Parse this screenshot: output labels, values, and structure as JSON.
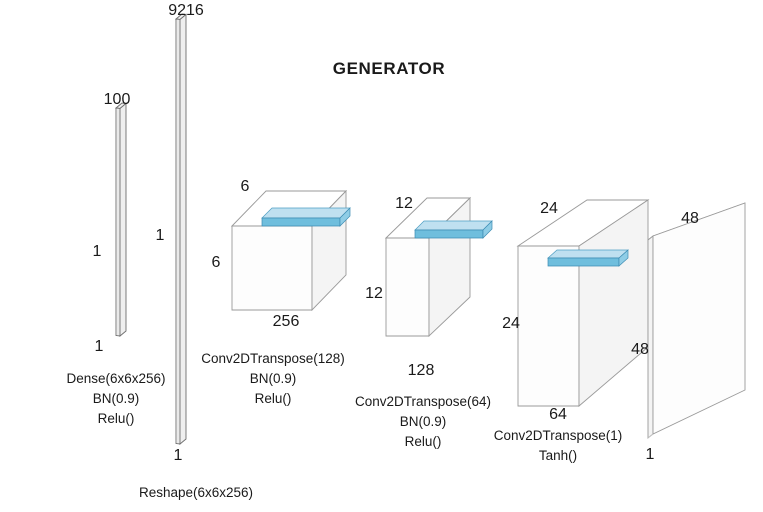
{
  "diagram": {
    "title": "GENERATOR",
    "background_color": "#ffffff",
    "accent_color": "#6fbedd",
    "outline_color": "#9a9a9a",
    "text_color": "#1a1a1a",
    "type": "neural-network-architecture"
  },
  "layers": [
    {
      "id": "input-dense",
      "shape": "bar",
      "dim_top": "100",
      "dim_left": "1",
      "dim_bottom": "1",
      "ops": [
        "Dense(6x6x256)",
        "BN(0.9)",
        "Relu()"
      ]
    },
    {
      "id": "reshape",
      "shape": "bar",
      "dim_top": "9216",
      "dim_left": "1",
      "dim_bottom": "1",
      "ops": [
        "Reshape(6x6x256)"
      ]
    },
    {
      "id": "conv2dtranspose-128",
      "shape": "cuboid",
      "dim_top": "6",
      "dim_left": "6",
      "dim_bottom": "256",
      "ops": [
        "Conv2DTranspose(128)",
        "BN(0.9)",
        "Relu()"
      ]
    },
    {
      "id": "conv2dtranspose-64",
      "shape": "cuboid",
      "dim_top": "12",
      "dim_left": "12",
      "dim_bottom": "128",
      "ops": [
        "Conv2DTranspose(64)",
        "BN(0.9)",
        "Relu()"
      ]
    },
    {
      "id": "conv2dtranspose-1",
      "shape": "cuboid",
      "dim_top": "24",
      "dim_left": "24",
      "dim_bottom": "64",
      "ops": [
        "Conv2DTranspose(1)",
        "Tanh()"
      ]
    },
    {
      "id": "output-image",
      "shape": "plane",
      "dim_top": "48",
      "dim_left": "48",
      "dim_bottom": "1",
      "ops": []
    }
  ],
  "labels": {
    "l0_top": "100",
    "l0_left": "1",
    "l0_op1": "Dense(6x6x256)",
    "l0_op2": "BN(0.9)",
    "l0_op3": "Relu()",
    "l1_top": "9216",
    "l1_left": "1",
    "l1_bottom": "1",
    "l1_op1": "Reshape(6x6x256)",
    "l2_top": "6",
    "l2_left": "6",
    "l2_bottom": "256",
    "l2_op1": "Conv2DTranspose(128)",
    "l2_op2": "BN(0.9)",
    "l2_op3": "Relu()",
    "l3_top": "12",
    "l3_left": "12",
    "l3_right": "24",
    "l3_bottom": "128",
    "l3_op1": "Conv2DTranspose(64)",
    "l3_op2": "BN(0.9)",
    "l3_op3": "Relu()",
    "l4_top": "24",
    "l4_right": "48",
    "l4_bottom": "64",
    "l4_op1": "Conv2DTranspose(1)",
    "l4_op2": "Tanh()",
    "l5_top": "48",
    "l5_bottom": "1"
  }
}
